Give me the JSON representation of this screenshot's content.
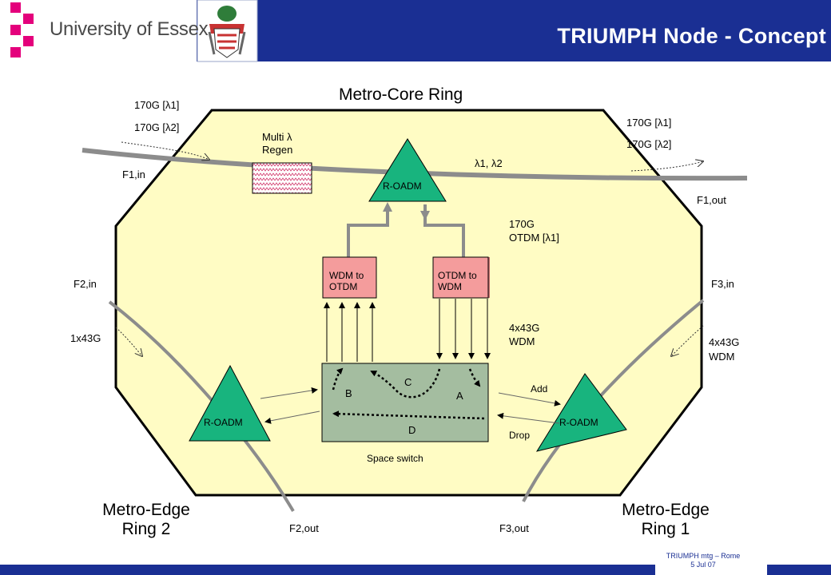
{
  "header": {
    "university": "University of Essex",
    "title": "TRIUMPH Node - Concept"
  },
  "diagram": {
    "ring_core": "Metro-Core Ring",
    "ring_edge1_line1": "Metro-Edge",
    "ring_edge1_line2": "Ring 1",
    "ring_edge2_line1": "Metro-Edge",
    "ring_edge2_line2": "Ring 2",
    "in_left_l1": "170G [λ1]",
    "in_left_l2": "170G [λ2]",
    "in_right_l1": "170G [λ1]",
    "in_right_l2": "170G [λ2]",
    "f1_in": "F1,in",
    "f1_out": "F1,out",
    "f2_in": "F2,in",
    "f2_out": "F2,out",
    "f3_in": "F3,in",
    "f3_out": "F3,out",
    "rate_1x43": "1x43G",
    "rate_4x43_right_l1": "4x43G",
    "rate_4x43_right_l2": "WDM",
    "regen_l1": "Multi λ",
    "regen_l2": "Regen",
    "lambdas": "λ1, λ2",
    "roadm_top": "R-OADM",
    "roadm_left": "R-OADM",
    "roadm_right": "R-OADM",
    "otdm_l1": "170G",
    "otdm_l2": "OTDM [λ1]",
    "wdm_to_otdm_l1": "WDM to",
    "wdm_to_otdm_l2": "OTDM",
    "otdm_to_wdm_l1": "OTDM to",
    "otdm_to_wdm_l2": "WDM",
    "center_4x43_l1": "4x43G",
    "center_4x43_l2": "WDM",
    "switch_label": "Space switch",
    "path_a": "A",
    "path_b": "B",
    "path_c": "C",
    "path_d": "D",
    "add": "Add",
    "drop": "Drop"
  },
  "footer": {
    "line1": "TRIUMPH mtg – Rome",
    "line2": "5 Jul 07"
  },
  "colors": {
    "header_blue": "#1a2f93",
    "node_fill": "#fffcc4",
    "roadm_green": "#18b47e",
    "converter_pink": "#f49c9c",
    "switch_green": "#a4bda0",
    "fiber_gray": "#8c8c8c"
  }
}
